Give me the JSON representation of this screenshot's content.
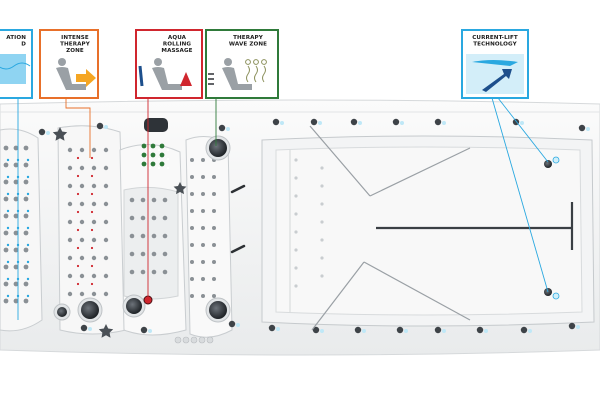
{
  "features": [
    {
      "id": "hydration",
      "lines": [
        "ATION",
        "D"
      ],
      "border": "#2aa8e0"
    },
    {
      "id": "intense-therapy",
      "lines": [
        "INTENSE",
        "THERAPY",
        "ZONE"
      ],
      "border": "#e8702a"
    },
    {
      "id": "aqua-rolling",
      "lines": [
        "AQUA",
        "ROLLING",
        "MASSAGE"
      ],
      "border": "#d0262e"
    },
    {
      "id": "therapy-wave",
      "lines": [
        "THERAPY",
        "WAVE ZONE"
      ],
      "border": "#2f7a3a"
    },
    {
      "id": "current-lift",
      "lines": [
        "CURRENT-LIFT",
        "TECHNOLOGY"
      ],
      "border": "#2aa8e0"
    }
  ],
  "colors": {
    "tub_shell": "#f4f4f4",
    "tub_edge": "#cfd3d6",
    "jet_dark": "#3a3f44",
    "accent_blue": "#2aa8e0",
    "accent_red": "#d0262e",
    "accent_orange": "#e8702a",
    "accent_green": "#2f7a3a"
  },
  "icons": {
    "hydration": "water-wave-icon",
    "intense-therapy": "seated-person-arrow-icon",
    "aqua-rolling": "seated-person-rolling-icon",
    "therapy-wave": "seated-person-wave-icon",
    "current-lift": "swimmer-arrow-icon"
  }
}
